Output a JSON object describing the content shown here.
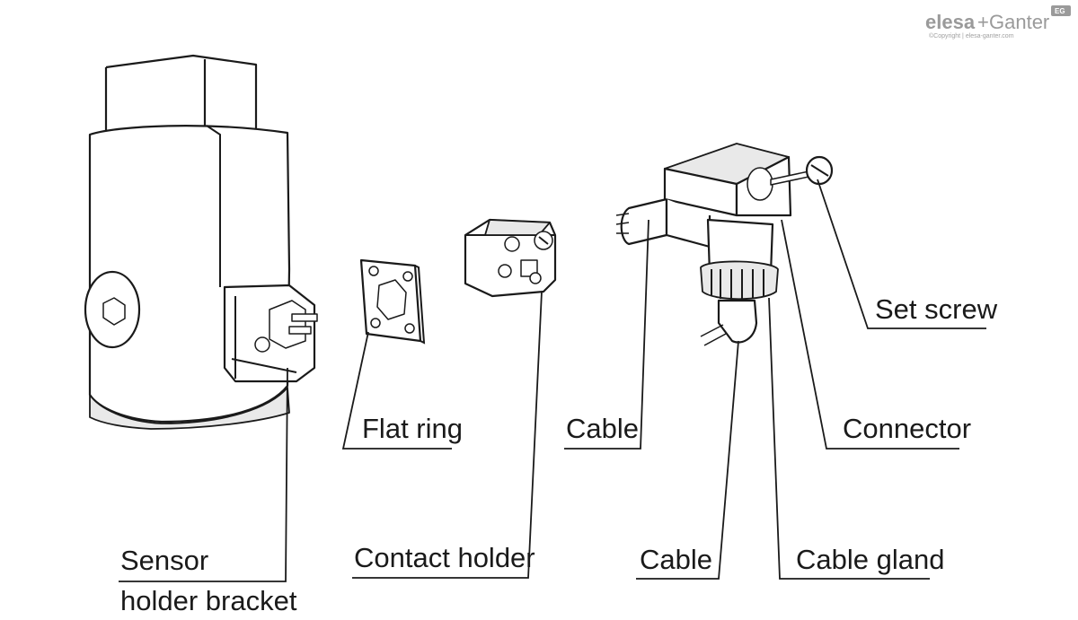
{
  "logo": {
    "brand_left": "elesa",
    "brand_sep": "+",
    "brand_right": "Ganter",
    "badge": "EG",
    "copyright": "©Copyright | elesa-ganter.com"
  },
  "labels": {
    "sensor_holder_bracket_line1": "Sensor",
    "sensor_holder_bracket_line2": "holder bracket",
    "flat_ring": "Flat ring",
    "contact_holder": "Contact holder",
    "cable_upper": "Cable",
    "cable_lower": "Cable",
    "cable_gland": "Cable gland",
    "connector": "Connector",
    "set_screw": "Set screw"
  }
}
